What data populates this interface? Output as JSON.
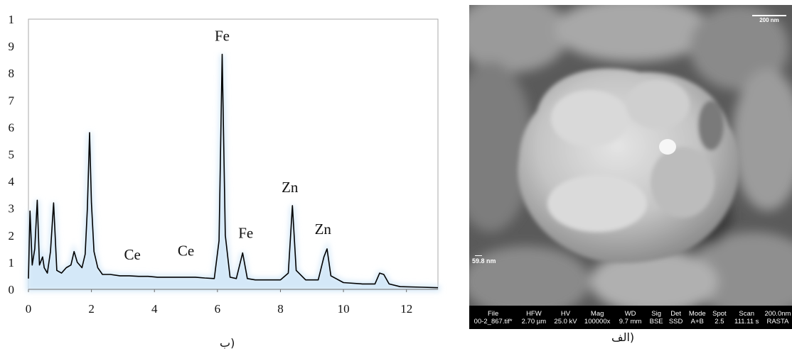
{
  "chart_data": {
    "type": "line",
    "title": "",
    "xlabel": "",
    "ylabel": "",
    "xlim": [
      0,
      13
    ],
    "ylim": [
      0,
      10
    ],
    "x_ticks": [
      0,
      2,
      4,
      6,
      8,
      10,
      12
    ],
    "y_ticks": [
      0,
      1,
      2,
      3,
      4,
      5,
      6,
      7,
      8,
      9,
      10
    ],
    "y_tick_labels": [
      "0",
      "1",
      "2",
      "3",
      "4",
      "5",
      "6",
      "7",
      "8",
      "9",
      "1"
    ],
    "grid": false,
    "series": [
      {
        "color": "#000000",
        "fill_color": "#d4e8f8",
        "points": [
          [
            0.0,
            0.4
          ],
          [
            0.05,
            2.9
          ],
          [
            0.12,
            0.9
          ],
          [
            0.2,
            1.5
          ],
          [
            0.28,
            3.3
          ],
          [
            0.35,
            0.9
          ],
          [
            0.45,
            1.2
          ],
          [
            0.5,
            0.8
          ],
          [
            0.6,
            0.6
          ],
          [
            0.7,
            1.4
          ],
          [
            0.8,
            3.2
          ],
          [
            0.9,
            0.7
          ],
          [
            1.05,
            0.6
          ],
          [
            1.2,
            0.8
          ],
          [
            1.35,
            0.9
          ],
          [
            1.45,
            1.4
          ],
          [
            1.55,
            1.0
          ],
          [
            1.7,
            0.8
          ],
          [
            1.8,
            1.3
          ],
          [
            1.87,
            3.0
          ],
          [
            1.94,
            5.8
          ],
          [
            2.0,
            3.2
          ],
          [
            2.08,
            1.4
          ],
          [
            2.2,
            0.8
          ],
          [
            2.35,
            0.55
          ],
          [
            2.6,
            0.55
          ],
          [
            2.9,
            0.5
          ],
          [
            3.2,
            0.5
          ],
          [
            3.5,
            0.48
          ],
          [
            3.8,
            0.48
          ],
          [
            4.1,
            0.45
          ],
          [
            4.4,
            0.45
          ],
          [
            4.7,
            0.45
          ],
          [
            5.0,
            0.45
          ],
          [
            5.3,
            0.45
          ],
          [
            5.6,
            0.42
          ],
          [
            5.9,
            0.4
          ],
          [
            6.05,
            1.8
          ],
          [
            6.15,
            8.7
          ],
          [
            6.25,
            2.0
          ],
          [
            6.4,
            0.45
          ],
          [
            6.6,
            0.4
          ],
          [
            6.8,
            1.35
          ],
          [
            6.95,
            0.4
          ],
          [
            7.2,
            0.35
          ],
          [
            7.6,
            0.35
          ],
          [
            8.0,
            0.35
          ],
          [
            8.25,
            0.6
          ],
          [
            8.38,
            3.1
          ],
          [
            8.5,
            0.7
          ],
          [
            8.8,
            0.35
          ],
          [
            9.2,
            0.35
          ],
          [
            9.38,
            1.2
          ],
          [
            9.48,
            1.5
          ],
          [
            9.6,
            0.5
          ],
          [
            10.0,
            0.25
          ],
          [
            10.6,
            0.2
          ],
          [
            11.0,
            0.2
          ],
          [
            11.15,
            0.6
          ],
          [
            11.28,
            0.55
          ],
          [
            11.45,
            0.2
          ],
          [
            11.8,
            0.1
          ],
          [
            12.5,
            0.08
          ],
          [
            13.0,
            0.06
          ]
        ]
      }
    ],
    "annotations": [
      {
        "text": "Fe",
        "x": 6.15,
        "y": 9.2
      },
      {
        "text": "Zn",
        "x": 8.3,
        "y": 3.6
      },
      {
        "text": "Zn",
        "x": 9.35,
        "y": 2.05
      },
      {
        "text": "Fe",
        "x": 6.9,
        "y": 1.9
      },
      {
        "text": "Ce",
        "x": 3.3,
        "y": 1.1
      },
      {
        "text": "Ce",
        "x": 5.0,
        "y": 1.25
      }
    ]
  },
  "captions": {
    "left": "ب)",
    "right": "الف)"
  },
  "sem": {
    "scale_bar_label": "200 nm",
    "measurement_label": "59.8 nm",
    "info_bar": [
      {
        "header": "File",
        "value": "00-2_867.tif*"
      },
      {
        "header": "HFW",
        "value": "2.70 µm"
      },
      {
        "header": "HV",
        "value": "25.0 kV"
      },
      {
        "header": "Mag",
        "value": "100000x"
      },
      {
        "header": "WD",
        "value": "9.7 mm"
      },
      {
        "header": "Sig",
        "value": "BSE"
      },
      {
        "header": "Det",
        "value": "SSD"
      },
      {
        "header": "Mode",
        "value": "A+B"
      },
      {
        "header": "Spot",
        "value": "2.5"
      },
      {
        "header": "Scan",
        "value": "111.11 s"
      },
      {
        "header": "200.0nm",
        "value": "RASTA"
      }
    ]
  }
}
